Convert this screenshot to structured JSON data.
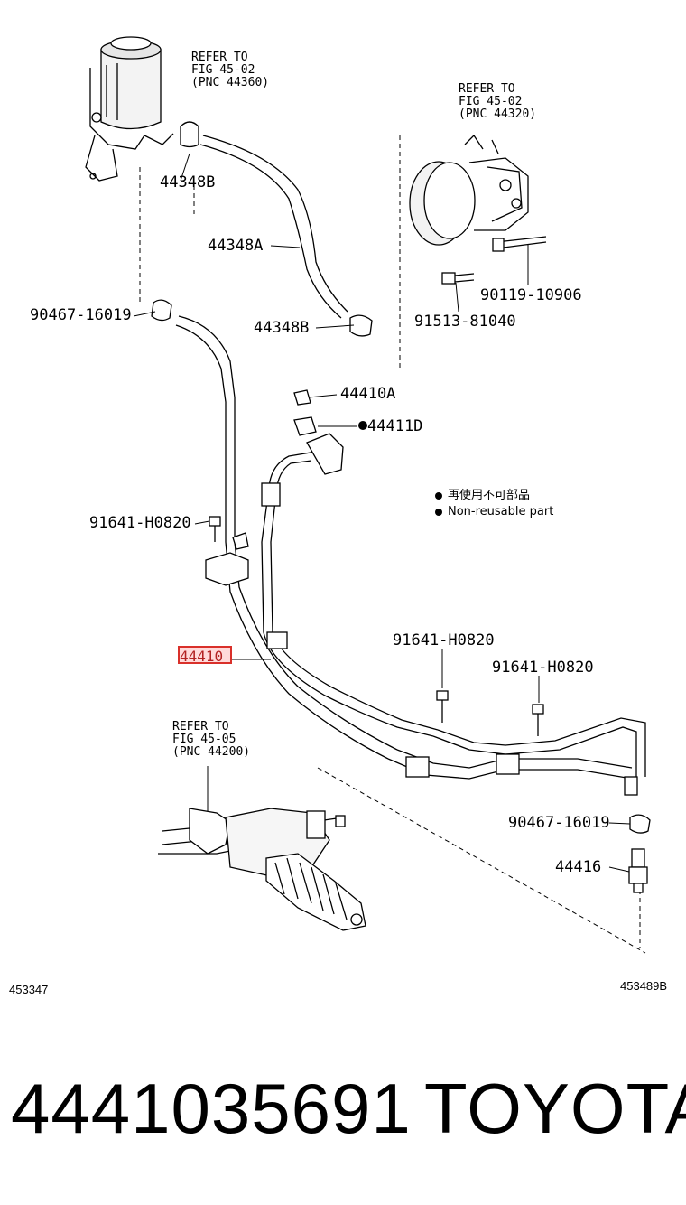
{
  "labels": {
    "l44348b_top": "44348B",
    "l44348a": "44348A",
    "l44348b_bot": "44348B",
    "l90467_left": "90467-16019",
    "l90119": "90119-10906",
    "l91513": "91513-81040",
    "l44410a": "44410A",
    "l44411d": "44411D",
    "l91641_left": "91641-H0820",
    "l91641_mid": "91641-H0820",
    "l91641_right": "91641-H0820",
    "l44410": "44410",
    "l90467_right": "90467-16019",
    "l44416": "44416"
  },
  "refs": {
    "reservoir": {
      "line1": "REFER TO",
      "line2": "FIG 45-02",
      "line3": "(PNC 44360)"
    },
    "pump": {
      "line1": "REFER TO",
      "line2": "FIG 45-02",
      "line3": "(PNC 44320)"
    },
    "rack": {
      "line1": "REFER TO",
      "line2": "FIG 45-05",
      "line3": "(PNC 44200)"
    }
  },
  "legend": {
    "line1": "再使用不可部品",
    "line2": "Non-reusable part"
  },
  "codes": {
    "left": "453347",
    "right": "453489B"
  },
  "footer": {
    "part_number": "4441035691",
    "brand": "TOYOTA"
  },
  "colors": {
    "highlight_border": "#d9302a",
    "highlight_fill": "#ffb0b0"
  }
}
